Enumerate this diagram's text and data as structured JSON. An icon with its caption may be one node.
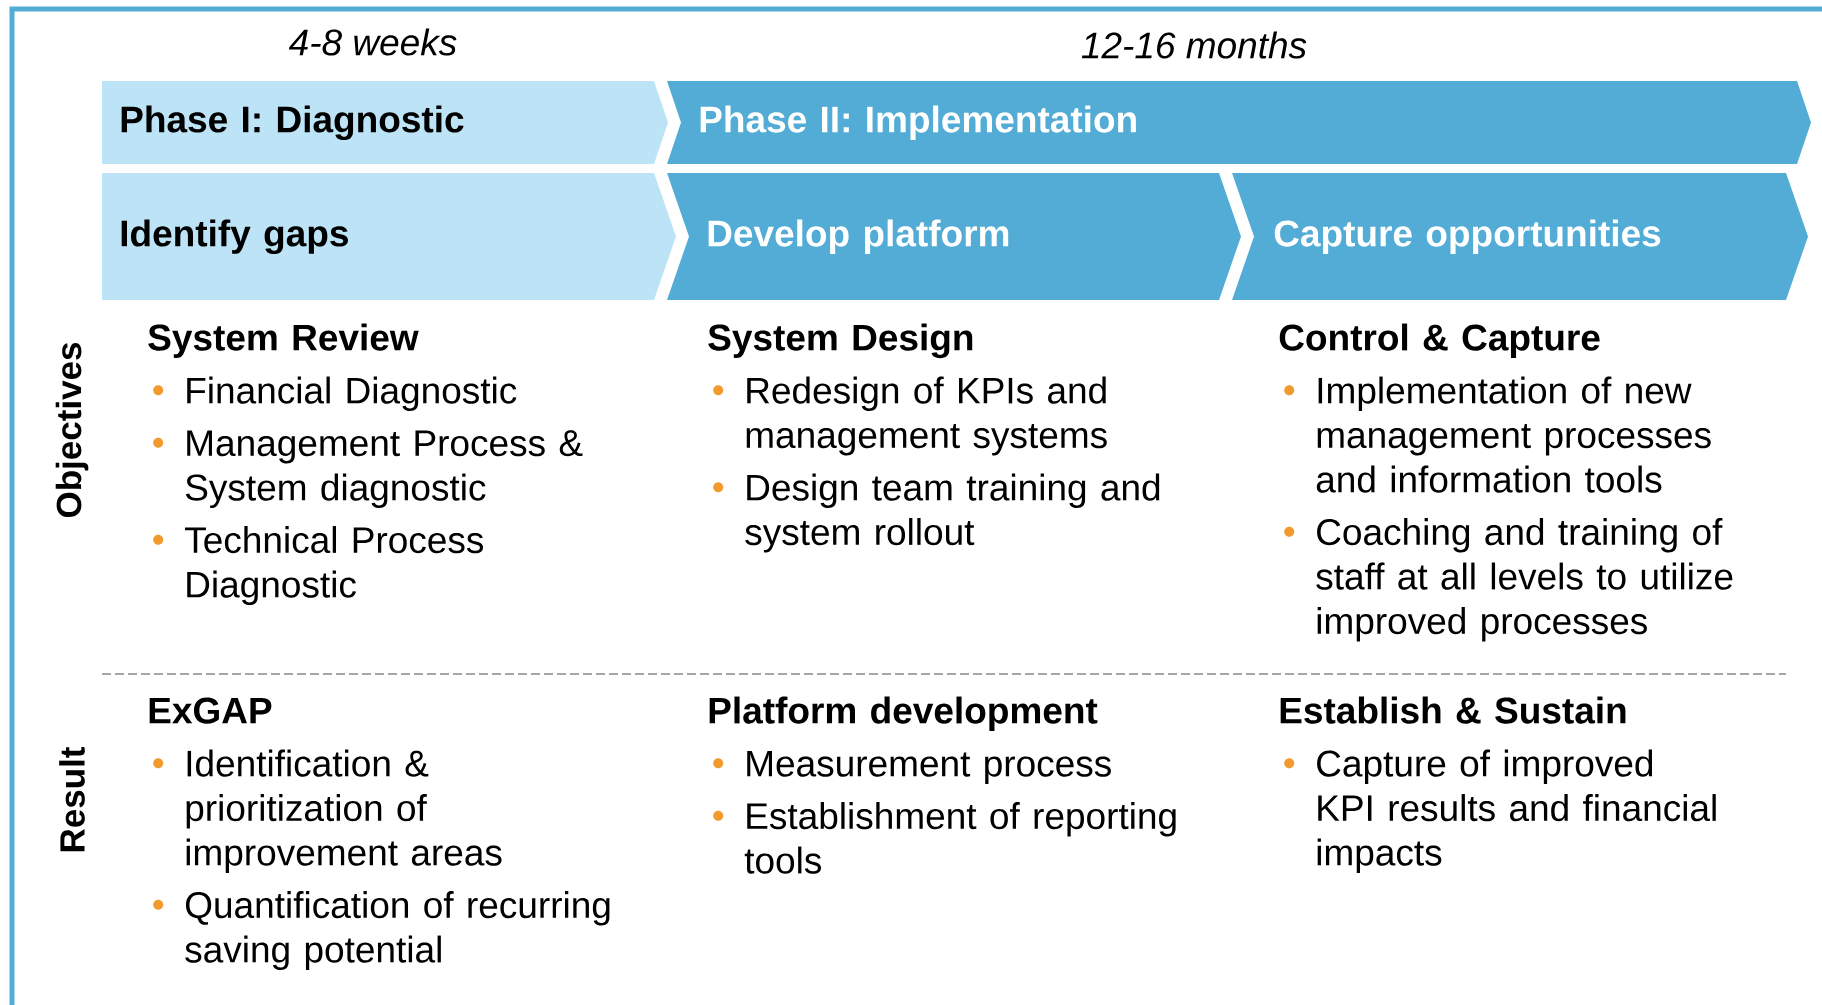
{
  "diagram": {
    "nodes": [
      {
        "text": [
          "Phase I: Diagnostic"
        ],
        "beside": [
          "4-8 weeks"
        ]
      },
      {
        "text": [
          "Phase II: Implementation"
        ],
        "beside": [
          "12-16 months"
        ]
      },
      {
        "text": [
          "Identify gaps"
        ]
      },
      {
        "text": [
          "Develop platform"
        ]
      },
      {
        "text": [
          "Capture opportunities"
        ]
      }
    ],
    "labels": [
      "Objectives",
      "System Review",
      "Financial Diagnostic",
      "Management Process & System diagnostic",
      "Technical Process Diagnostic",
      "System Design",
      "Redesign of KPIs and management systems",
      "Design team training and system rollout",
      "Control & Capture",
      "Implementation of new management processes and information tools",
      "Coaching and training of staff at all levels to utilize improved processes",
      "Result",
      "ExGAP",
      "Identification & prioritization of improvement areas",
      "Quantification  of recurring saving potential",
      "Platform development",
      "Measurement process",
      "Establishment of reporting tools",
      "Establish & Sustain",
      "Capture of improved KPI results and financial impacts"
    ]
  }
}
